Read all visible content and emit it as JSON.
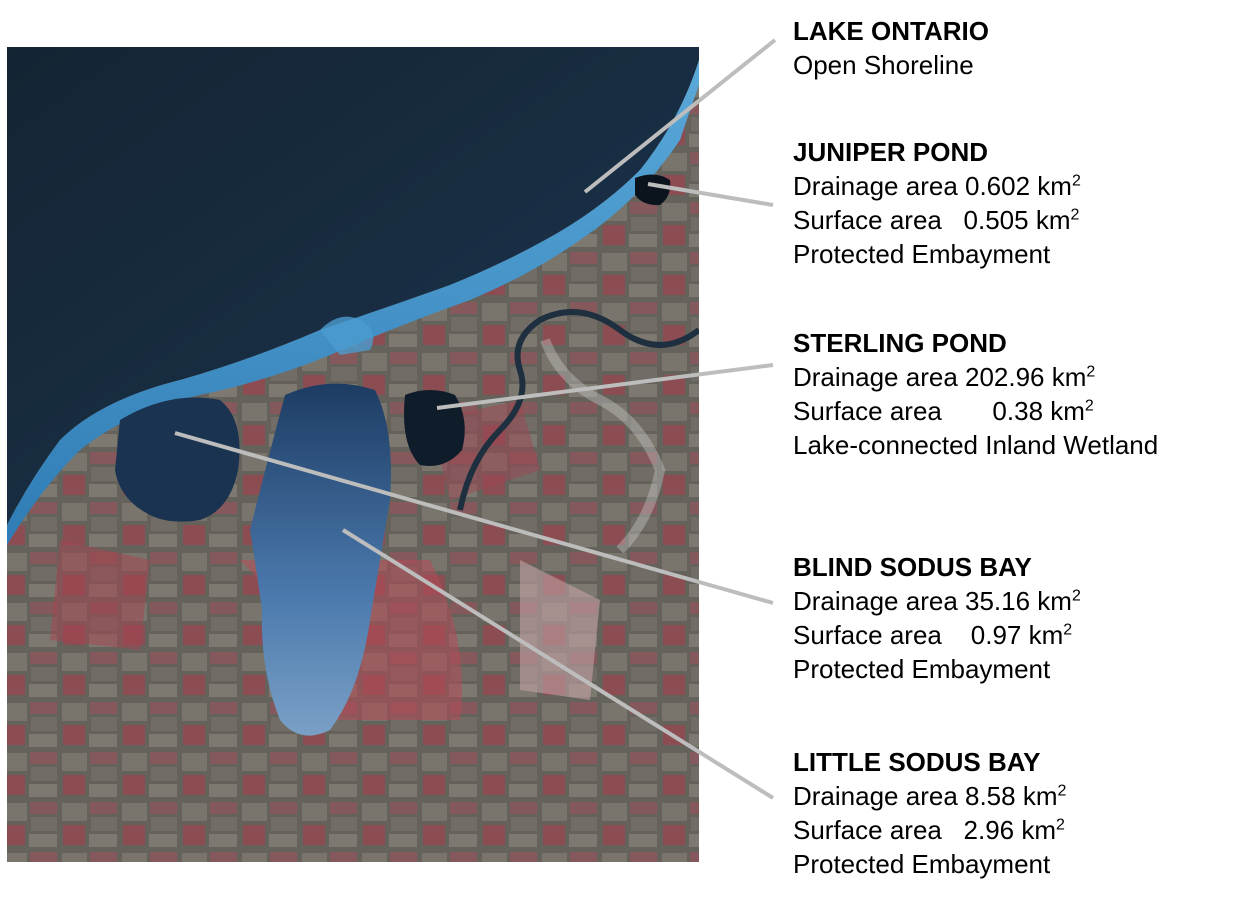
{
  "labels": {
    "lake_ontario": {
      "title": "LAKE ONTARIO",
      "line1": "Open Shoreline"
    },
    "juniper_pond": {
      "title": "JUNIPER POND",
      "drainage_label": "Drainage area 0.602 km",
      "surface_label": "Surface area   0.505 km",
      "type": "Protected Embayment"
    },
    "sterling_pond": {
      "title": "STERLING POND",
      "drainage_label": "Drainage area 202.96 km",
      "surface_label": "Surface area       0.38 km",
      "type": "Lake-connected Inland Wetland"
    },
    "blind_sodus_bay": {
      "title": "BLIND SODUS BAY",
      "drainage_label": "Drainage area 35.16 km",
      "surface_label": "Surface area    0.97 km",
      "type": "Protected Embayment"
    },
    "little_sodus_bay": {
      "title": "LITTLE SODUS BAY",
      "drainage_label": "Drainage area 8.58 km",
      "surface_label": "Surface area   2.96 km",
      "type": "Protected Embayment"
    },
    "unit_exponent": "2"
  },
  "colors": {
    "deep_lake": "#16293a",
    "shoreline": "#3f8fc6",
    "bay_water": "#2d5d93",
    "land": "#6a6660",
    "farmland_red": "#b64a55",
    "leader_line": "#bdbdbd"
  }
}
